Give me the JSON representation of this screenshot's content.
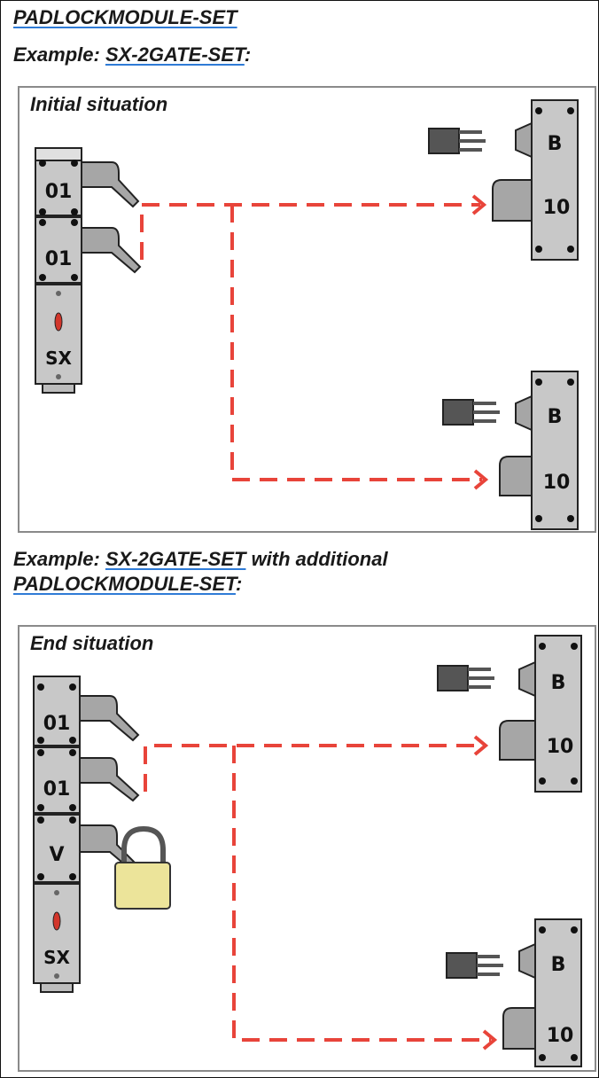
{
  "title": "PADLOCKMODULE-SET",
  "example1": {
    "prefix": "Example: ",
    "link": "SX-2GATE-SET",
    "suffix": ":"
  },
  "panel1": {
    "title": "Initial situation"
  },
  "example2": {
    "prefix": "Example: ",
    "link1": "SX-2GATE-SET",
    "middle": " with additional",
    "link2": "PADLOCKMODULE-SET",
    "suffix": ":"
  },
  "panel2": {
    "title": "End situation"
  },
  "labels": {
    "module_01": "01",
    "module_v": "V",
    "base_sx": "SX",
    "lock_b": "B",
    "lock_10": "10"
  },
  "colors": {
    "dash": "#e8443a",
    "module": "#c8c8c8",
    "handle": "#a6a6a6",
    "padlock": "#ece49a"
  }
}
